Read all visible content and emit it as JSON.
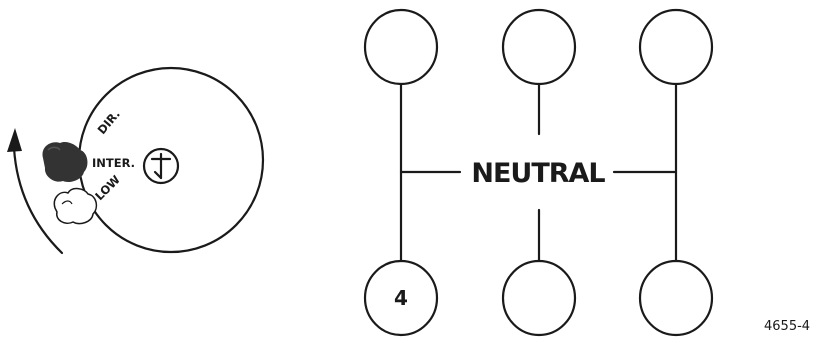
{
  "range_selector": {
    "positions": [
      "DIR.",
      "INTER.",
      "LOW"
    ]
  },
  "shift_pattern": {
    "center_label": "NEUTRAL",
    "gear_labels": [
      "",
      "",
      "",
      "4",
      "",
      ""
    ]
  },
  "figure_number": "4655-4",
  "colors": {
    "ink": "#1a1a1a",
    "knob_dark": "#333333",
    "background": "#ffffff"
  }
}
